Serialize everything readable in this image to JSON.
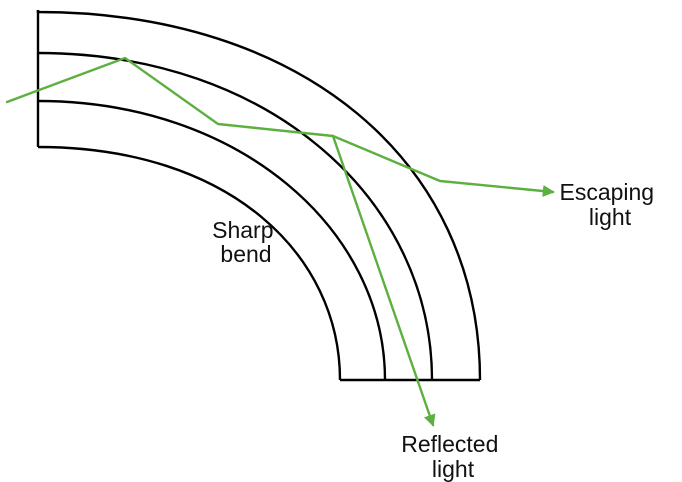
{
  "labels": {
    "sharp_bend": [
      "Sharp",
      "bend"
    ],
    "escaping_light": [
      "Escaping",
      "light"
    ],
    "reflected_light": [
      "Reflected",
      "light"
    ]
  },
  "colors": {
    "ray": "#5cb03f",
    "fiber": "#000000",
    "text": "#111111"
  },
  "arrow_icon": "arrowhead"
}
